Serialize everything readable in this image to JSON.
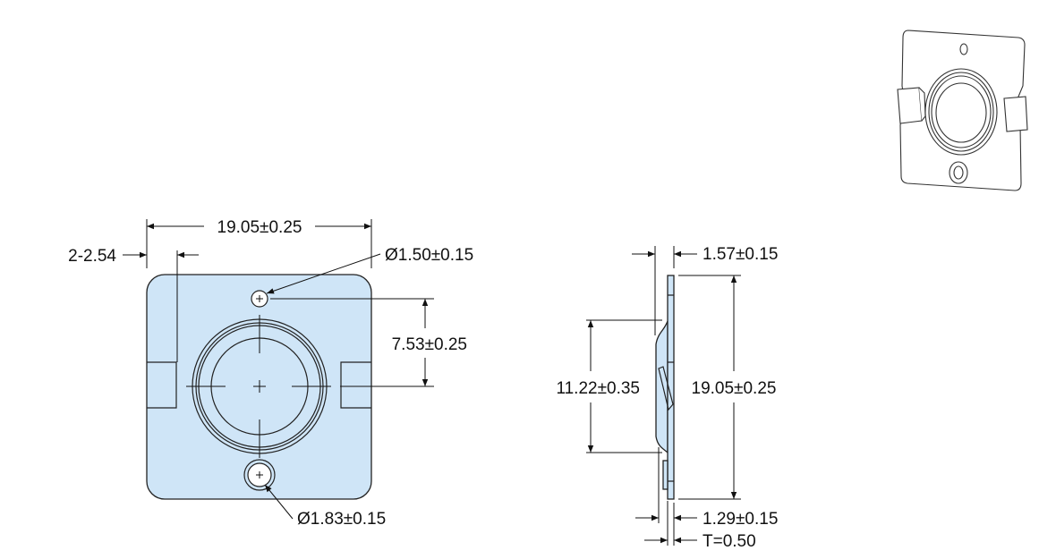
{
  "front_view": {
    "width_dim": "19.05±0.25",
    "notch_dim": "2-2.54",
    "small_hole_dim": "Ø1.50±0.15",
    "hole_spacing_dim": "7.53±0.25",
    "large_hole_dim": "Ø1.83±0.15"
  },
  "side_view": {
    "top_thickness_dim": "1.57±0.15",
    "bump_height_dim": "11.22±0.35",
    "height_dim": "19.05±0.25",
    "bottom_thickness_dim": "1.29±0.15",
    "plate_thickness": "T=0.50"
  },
  "colors": {
    "part_fill": "#cfe5f7",
    "line": "#111111"
  }
}
